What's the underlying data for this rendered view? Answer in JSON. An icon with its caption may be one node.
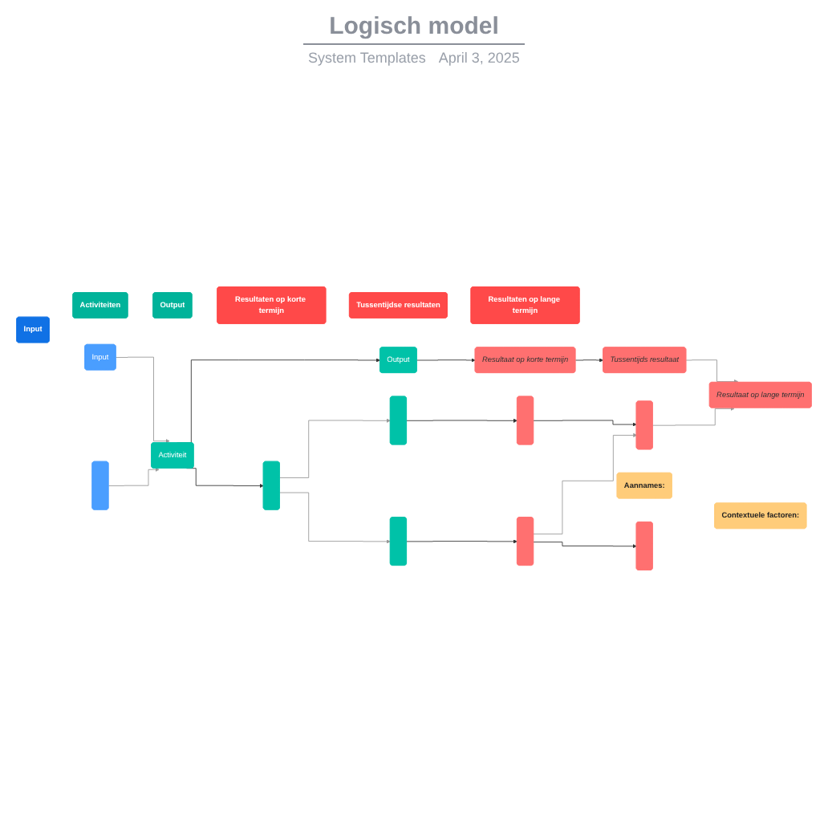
{
  "diagram": {
    "title": "Logisch model",
    "nodes": [
      {
        "text": [
          "Input"
        ]
      },
      {
        "text": [
          "Activiteiten"
        ]
      },
      {
        "text": [
          "Output"
        ]
      },
      {
        "text": [
          "Resultaten op korte termijn"
        ]
      },
      {
        "text": [
          "Tussentijdse resultaten"
        ]
      },
      {
        "text": [
          "Resultaten op lange termijn"
        ]
      },
      {
        "text": [
          "Input"
        ]
      },
      {
        "text": [],
        "shape": "box"
      },
      {
        "text": [
          "Activiteit"
        ]
      },
      {
        "text": [],
        "shape": "box"
      },
      {
        "text": [
          "Output"
        ]
      },
      {
        "text": [],
        "shape": "box"
      },
      {
        "text": [],
        "shape": "box"
      },
      {
        "text": [
          "Resultaat op korte termijn"
        ]
      },
      {
        "text": [],
        "shape": "box"
      },
      {
        "text": [],
        "shape": "box"
      },
      {
        "text": [
          "Tussentijds resultaat"
        ]
      },
      {
        "text": [],
        "shape": "box"
      },
      {
        "text": [
          "Resultaat op lange termijn"
        ]
      },
      {
        "text": [],
        "shape": "box"
      },
      {
        "text": [
          "Aannames:"
        ]
      },
      {
        "text": [
          "Contextuele factoren:"
        ]
      }
    ],
    "edges": [
      {
        "from": 6,
        "to": 8,
        "arrow": "to",
        "color": "#999999"
      },
      {
        "from": 7,
        "to": 8,
        "arrow": "to",
        "color": "#999999"
      },
      {
        "from": 8,
        "to": 10,
        "arrow": "to"
      },
      {
        "from": 8,
        "to": 9,
        "arrow": "to"
      },
      {
        "from": 9,
        "to": 11,
        "arrow": "to",
        "color": "#999999"
      },
      {
        "from": 9,
        "to": 12,
        "arrow": "to",
        "color": "#999999"
      },
      {
        "from": 10,
        "to": 13,
        "arrow": "to"
      },
      {
        "from": 11,
        "to": 14,
        "arrow": "to"
      },
      {
        "from": 12,
        "to": 15,
        "arrow": "to"
      },
      {
        "from": 13,
        "to": 16,
        "arrow": "to"
      },
      {
        "from": 14,
        "to": 17,
        "arrow": "to"
      },
      {
        "from": 15,
        "to": 17,
        "arrow": "to",
        "color": "#999999"
      },
      {
        "from": 15,
        "to": 19,
        "arrow": "to"
      },
      {
        "from": 16,
        "to": 18,
        "arrow": "to",
        "color": "#999999"
      },
      {
        "from": 17,
        "to": 18,
        "arrow": "to",
        "color": "#999999"
      }
    ],
    "labels": [
      "System Templates",
      "April 3, 2025"
    ]
  }
}
